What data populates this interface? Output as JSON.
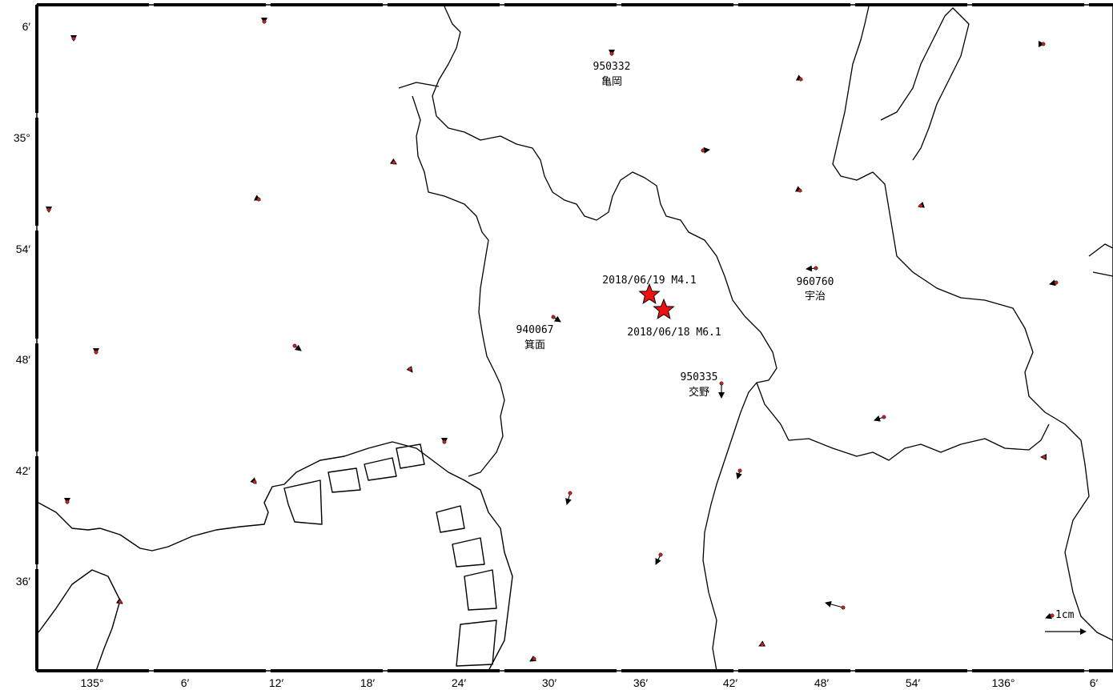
{
  "map": {
    "x_ticks": [
      "135°",
      "6′",
      "12′",
      "18′",
      "24′",
      "30′",
      "36′",
      "42′",
      "48′",
      "54′",
      "136°",
      "6′"
    ],
    "y_ticks": [
      "6′",
      "35°",
      "54′",
      "48′",
      "42′",
      "36′"
    ],
    "scale_label": "1cm",
    "colors": {
      "station": "#cc1f1f",
      "epicenter": "#ee1111",
      "line": "#000000"
    }
  },
  "stations": [
    {
      "id": "950332",
      "name": "亀岡"
    },
    {
      "id": "940067",
      "name": "箕面"
    },
    {
      "id": "950335",
      "name": "交野"
    },
    {
      "id": "960760",
      "name": "宇治"
    }
  ],
  "earthquakes": [
    {
      "label": "2018/06/19 M4.1"
    },
    {
      "label": "2018/06/18 M6.1"
    }
  ]
}
